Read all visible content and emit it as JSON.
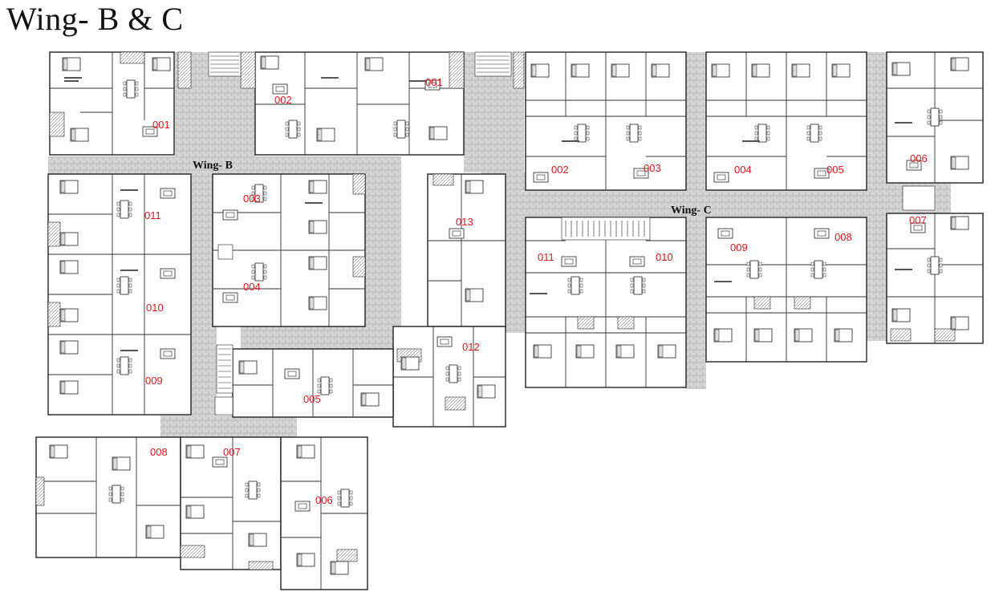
{
  "title": "Wing- B & C",
  "wing_labels": {
    "wing_b": "Wing- B",
    "wing_c": "Wing- C"
  },
  "units": {
    "b001": "001",
    "b002": "002",
    "bt001": "001",
    "b003": "003",
    "b004": "004",
    "b005": "005",
    "b006": "006",
    "b007": "007",
    "b008": "008",
    "b009": "009",
    "b010": "010",
    "b011": "011",
    "b012": "012",
    "b013": "013",
    "c002": "002",
    "c003": "003",
    "c004": "004",
    "c005": "005",
    "c006": "006",
    "c007": "007",
    "c008": "008",
    "c009": "009",
    "c010": "010",
    "c011": "011"
  },
  "colors": {
    "wall": "#222222",
    "corridor": "#c8c8c8",
    "unit_label": "#e8141a"
  }
}
